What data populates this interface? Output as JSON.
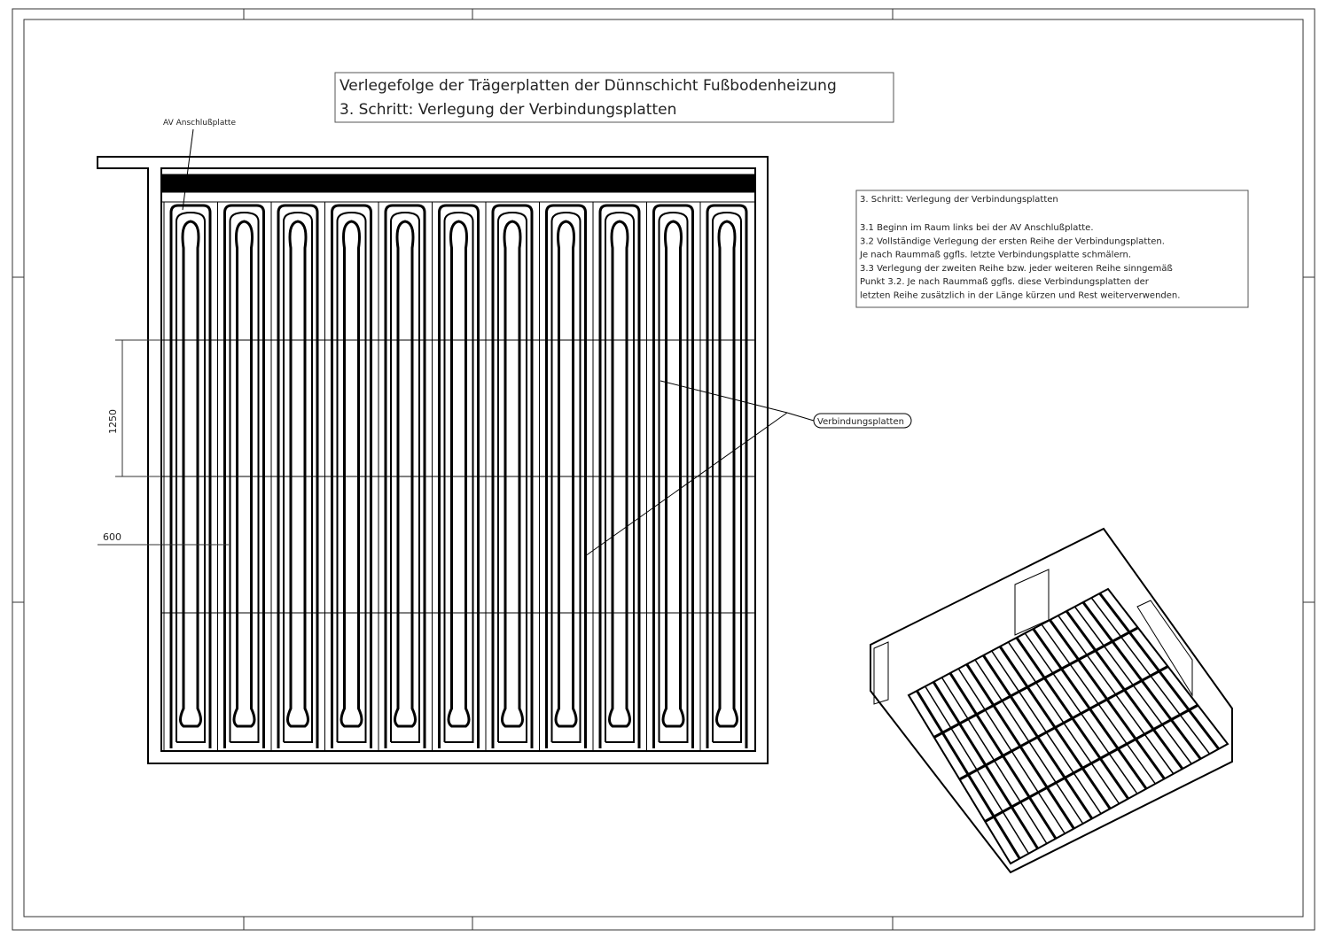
{
  "title": {
    "line1": "Verlegefolge der Trägerplatten der Dünnschicht Fußbodenheizung",
    "line2": "3. Schritt: Verlegung der Verbindungsplatten"
  },
  "labels": {
    "av_plate": "AV Anschlußplatte",
    "connection_plates": "Verbindungsplatten",
    "dim_height": "1250",
    "dim_width": "600"
  },
  "instructions": {
    "heading": "3.   Schritt: Verlegung der Verbindungsplatten",
    "lines": [
      "3.1 Beginn im Raum links bei der AV Anschlußplatte.",
      "3.2 Vollständige Verlegung der ersten Reihe der Verbindungsplatten.",
      "      Je nach Raummaß ggfls. letzte Verbindungsplatte schmälern.",
      "3.3 Verlegung der zweiten Reihe bzw. jeder weiteren Reihe sinngemäß",
      "      Punkt 3.2.  Je nach Raummaß ggfls. diese Verbindungsplatten der",
      "      letzten Reihe zusätzlich in der Länge kürzen und Rest weiterverwenden."
    ]
  }
}
